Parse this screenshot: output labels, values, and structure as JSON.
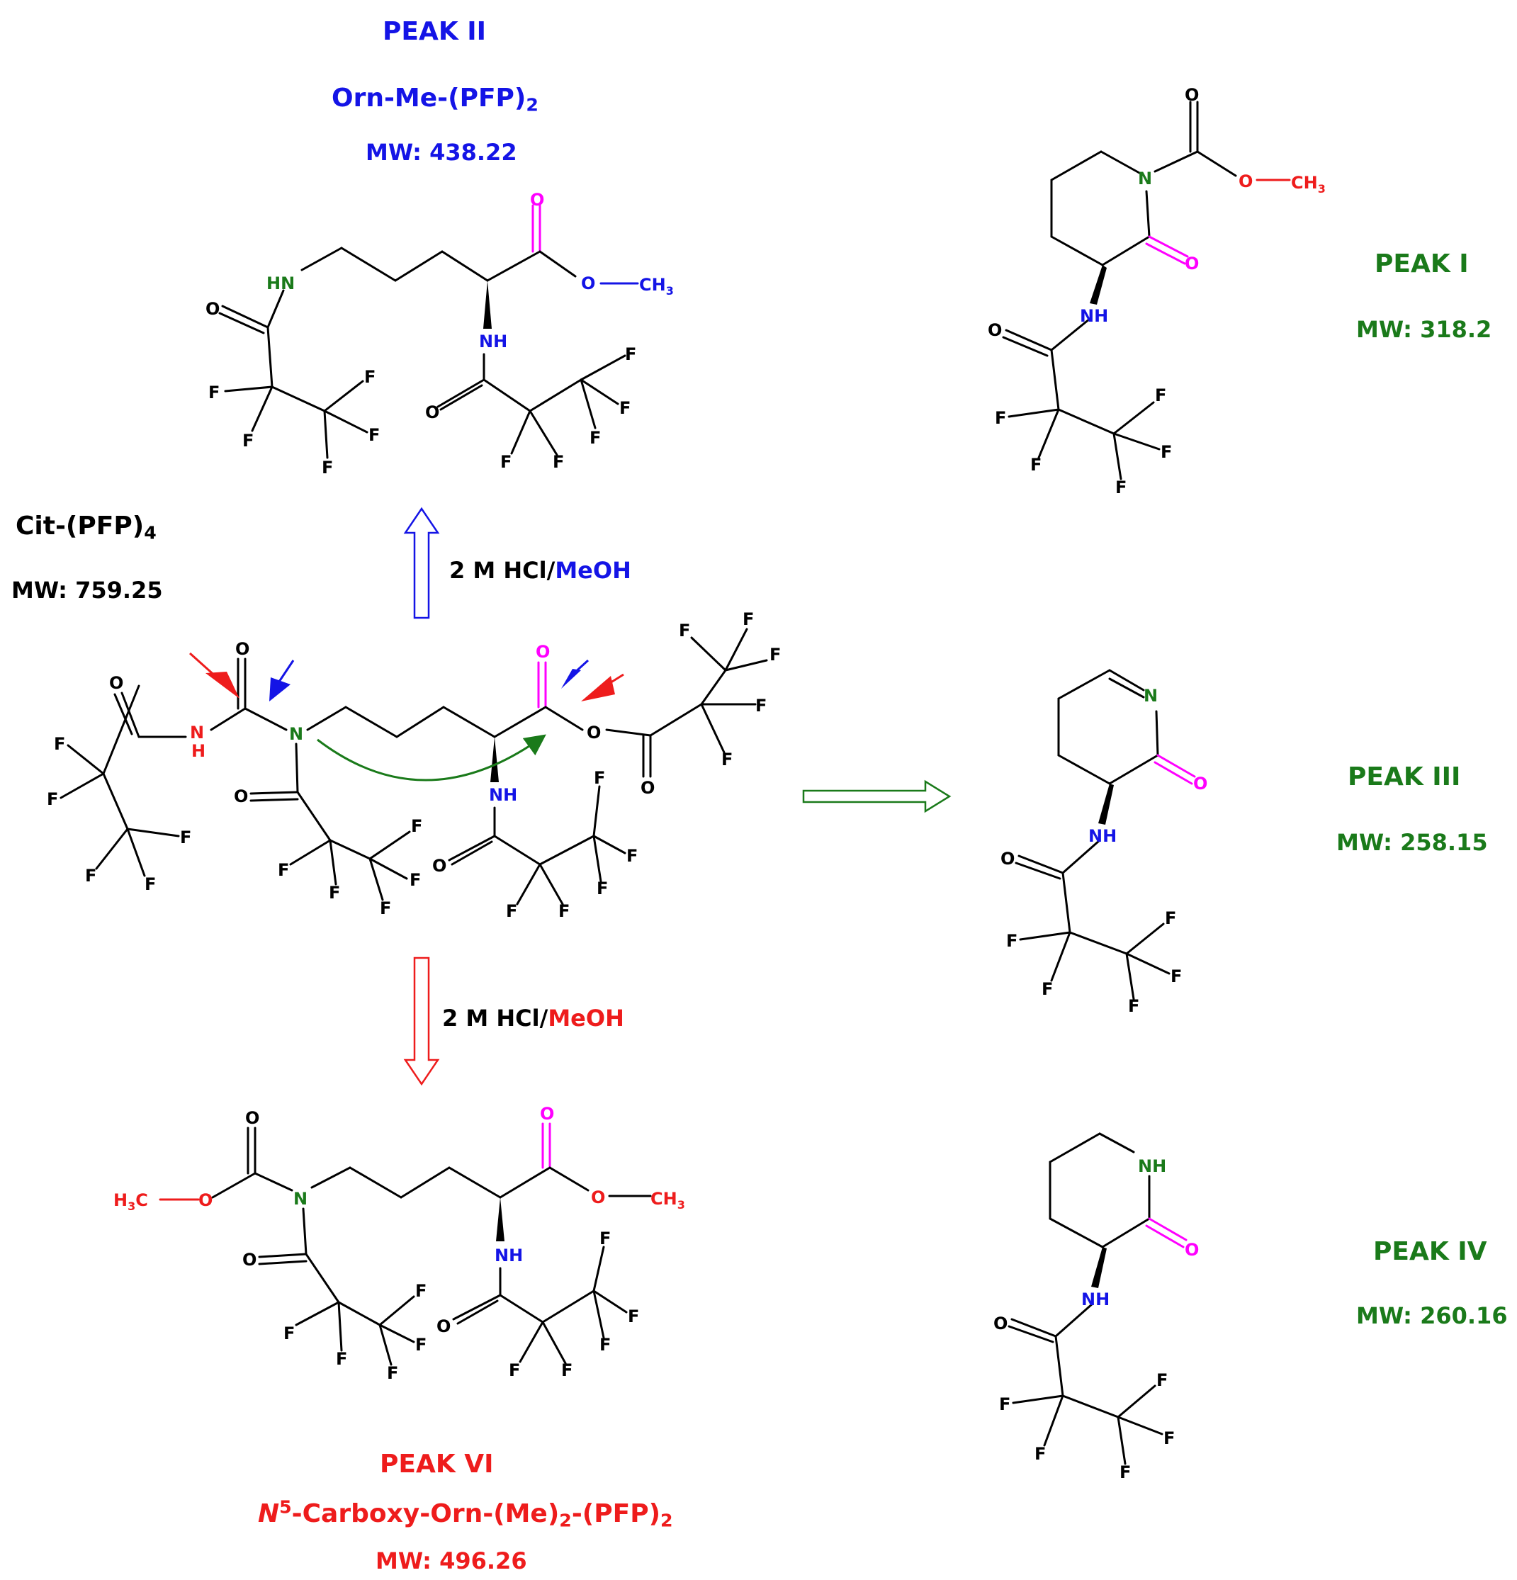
{
  "compounds": {
    "peak_ii": {
      "title": "PEAK II",
      "name_main": "Orn-Me-(PFP)",
      "name_sub": "2",
      "mw": "MW: 438.22",
      "color": "#1414e6"
    },
    "cit": {
      "name_main": "Cit-(PFP)",
      "name_sub": "4",
      "mw": "MW: 759.25",
      "color": "#000000"
    },
    "peak_vi": {
      "title": "PEAK VI",
      "name_italic": "N",
      "name_sup": "5",
      "name_mid": "-Carboxy-Orn-(Me)",
      "name_sub1": "2",
      "name_mid2": "-(PFP)",
      "name_sub2": "2",
      "mw": "MW: 496.26",
      "color": "#ee1c1c"
    },
    "peak_i": {
      "title": "PEAK I",
      "mw": "MW: 318.2",
      "color": "#1a7a1a"
    },
    "peak_iii": {
      "title": "PEAK III",
      "mw": "MW: 258.15",
      "color": "#1a7a1a"
    },
    "peak_iv": {
      "title": "PEAK IV",
      "mw": "MW: 260.16",
      "color": "#1a7a1a"
    }
  },
  "reactions": {
    "up": {
      "prefix": "2 M HCl/",
      "solvent": "MeOH",
      "solvent_color": "#1414e6"
    },
    "down": {
      "prefix": "2 M HCl/",
      "solvent": "MeOH",
      "solvent_color": "#ee1c1c"
    }
  },
  "atoms": {
    "O": "O",
    "F": "F",
    "N": "N",
    "H": "H",
    "NH": "NH",
    "HN": "HN",
    "CH3": "CH",
    "H3C": "H",
    "three": "3",
    "C": "C"
  },
  "colors": {
    "blue": "#1414e6",
    "red": "#ee1c1c",
    "green": "#1a7a1a",
    "magenta": "#ff00ff",
    "black": "#000000"
  }
}
